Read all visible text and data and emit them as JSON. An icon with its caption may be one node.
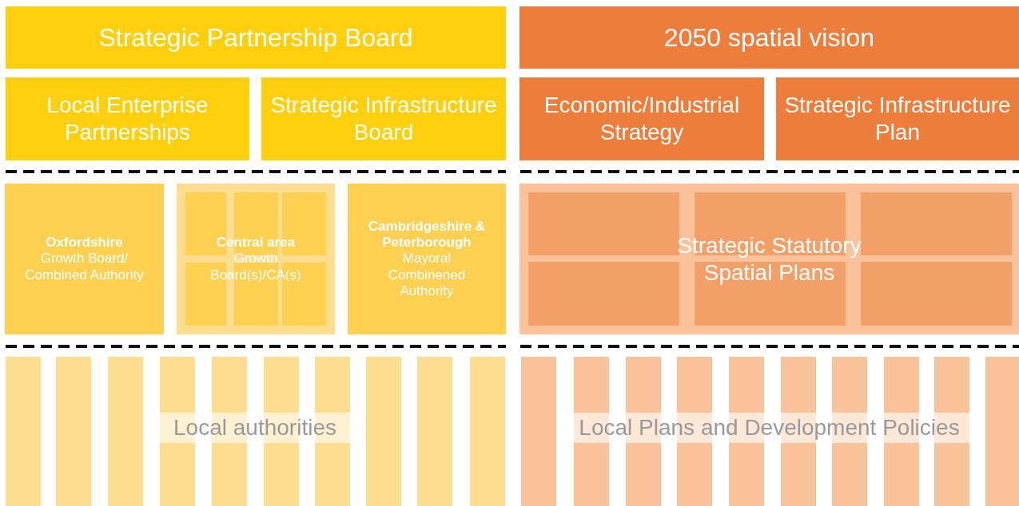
{
  "diagram": {
    "nodes": [
      {
        "text": [
          "Strategic Partnership Board"
        ]
      },
      {
        "text": [
          "2050 spatial vision"
        ]
      },
      {
        "text": [
          "Local Enterprise Partnerships"
        ]
      },
      {
        "text": [
          "Strategic Infrastructure Board"
        ]
      },
      {
        "text": [
          "Economic/Industrial Strategy"
        ]
      },
      {
        "text": [
          "Strategic Infrastructure Plan"
        ]
      },
      {
        "text": [
          "Oxfordshire",
          "Growth Board/ Combined Authority"
        ]
      },
      {
        "text": [
          "Central area",
          "Growth Board(s)/CA(s)"
        ]
      },
      {
        "text": [
          "Cambridgeshire & Peterborough",
          "Mayoral Combinened Authority"
        ]
      },
      {
        "text": [
          "Strategic Statutory Spatial Plans"
        ]
      },
      {
        "text": [],
        "shape": "bar"
      },
      {
        "text": [],
        "shape": "bar"
      },
      {
        "text": [],
        "shape": "bar"
      },
      {
        "text": [],
        "shape": "bar"
      },
      {
        "text": [],
        "shape": "bar"
      },
      {
        "text": [],
        "shape": "bar"
      },
      {
        "text": [],
        "shape": "bar"
      },
      {
        "text": [],
        "shape": "bar"
      },
      {
        "text": [],
        "shape": "bar"
      },
      {
        "text": [],
        "shape": "bar"
      },
      {
        "text": [
          "Local authorities"
        ]
      },
      {
        "text": [],
        "shape": "bar"
      },
      {
        "text": [],
        "shape": "bar"
      },
      {
        "text": [],
        "shape": "bar"
      },
      {
        "text": [],
        "shape": "bar"
      },
      {
        "text": [],
        "shape": "bar"
      },
      {
        "text": [],
        "shape": "bar"
      },
      {
        "text": [],
        "shape": "bar"
      },
      {
        "text": [],
        "shape": "bar"
      },
      {
        "text": [],
        "shape": "bar"
      },
      {
        "text": [],
        "shape": "bar"
      },
      {
        "text": [
          "Local Plans and Development Policies"
        ]
      }
    ],
    "edges": []
  }
}
